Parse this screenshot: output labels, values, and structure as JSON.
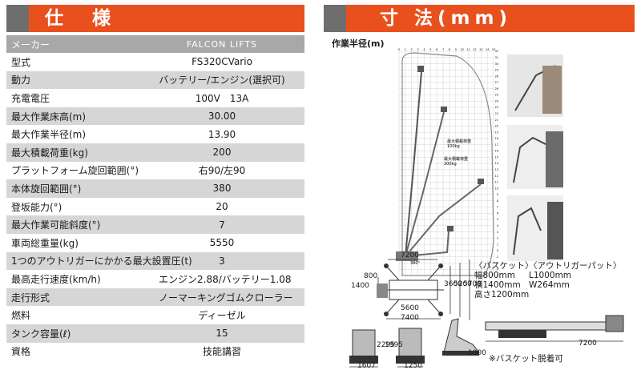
{
  "spec_section": {
    "title": "仕 様",
    "header_row": {
      "label": "メーカー",
      "value": "FALCON LIFTS"
    },
    "rows": [
      {
        "label": "型式",
        "value": "FS320CVario"
      },
      {
        "label": "動力",
        "value": "バッテリー/エンジン(選択可)"
      },
      {
        "label": "充電電圧",
        "value": "100V　13A"
      },
      {
        "label": "最大作業床高(m)",
        "value": "30.00"
      },
      {
        "label": "最大作業半径(m)",
        "value": "13.90"
      },
      {
        "label": "最大積載荷重(kg)",
        "value": "200"
      },
      {
        "label": "プラットフォーム旋回範囲(°)",
        "value": "右90/左90"
      },
      {
        "label": "本体旋回範囲(°)",
        "value": "380"
      },
      {
        "label": "登坂能力(°)",
        "value": "20"
      },
      {
        "label": "最大作業可能斜度(°)",
        "value": "7"
      },
      {
        "label": "車両総重量(kg)",
        "value": "5550"
      },
      {
        "label": "1つのアウトリガーにかかる最大設置圧(t)",
        "value": "3"
      },
      {
        "label": "最高走行速度(km/h)",
        "value": "エンジン2.88/バッテリー1.08"
      },
      {
        "label": "走行形式",
        "value": "ノーマーキングゴムクローラー"
      },
      {
        "label": "燃料",
        "value": "ディーゼル"
      },
      {
        "label": "タンク容量(ℓ)",
        "value": "15"
      },
      {
        "label": "資格",
        "value": "技能講習"
      }
    ]
  },
  "dimension_section": {
    "title": "寸 法(mm)",
    "radius_label": "作業半径(m)",
    "chart": {
      "x_ticks": [
        "0",
        "1",
        "2",
        "3",
        "4",
        "5",
        "6",
        "7",
        "8",
        "9",
        "10",
        "11",
        "12",
        "13",
        "14",
        "15"
      ],
      "y_ticks": [
        "32",
        "31",
        "30",
        "29",
        "28",
        "27",
        "26",
        "25",
        "24",
        "23",
        "22",
        "21",
        "20",
        "19",
        "18",
        "17",
        "16",
        "15",
        "14",
        "13",
        "12",
        "11",
        "10",
        "9",
        "8",
        "7",
        "6",
        "5",
        "4",
        "3",
        "2",
        "1",
        "0",
        "-1",
        "-2",
        "-3",
        "-4"
      ],
      "load_100": "最大積載荷重\n100kg",
      "load_200": "最大積載荷重\n200kg",
      "rotation": "380°"
    },
    "plan_dims": {
      "width_top": "7200",
      "d800": "800",
      "d1400": "1400",
      "d3600": "3600",
      "d5200": "5200",
      "d5700": "5700",
      "d5600": "5600",
      "d7400": "7400"
    },
    "basket_info": {
      "title": "〈バスケット〉",
      "lines": [
        "幅800mm",
        "横1400mm",
        "高さ1200mm"
      ]
    },
    "outrigger_info": {
      "title": "〈アウトリガーパット〉",
      "lines": [
        "L1000mm",
        "W264mm"
      ]
    },
    "front_dims": {
      "h2295": "2295",
      "w1607": "1607",
      "h1995": "1995",
      "w1250": "1250"
    },
    "side_dims": {
      "h1000": "1000",
      "length": "7200"
    },
    "footnote": "※バスケット脱着可"
  }
}
